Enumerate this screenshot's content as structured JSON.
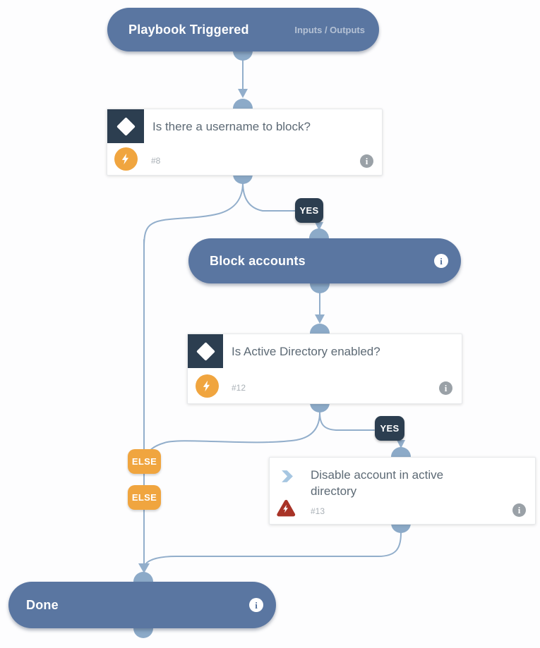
{
  "canvas": {
    "background": "#fdfdfe"
  },
  "palette": {
    "node_slate": "#5a76a1",
    "dark_navy": "#2c3e50",
    "accent_orange": "#f0a53f",
    "wire_blue": "#92aecb",
    "port_blue": "#8caac8",
    "error_red": "#a83327",
    "action_chevron_blue": "#a6c6e1",
    "card_title_gray": "#5d6a75"
  },
  "nodes": {
    "start": {
      "label": "Playbook Triggered",
      "link": "Inputs / Outputs"
    },
    "decision1": {
      "title": "Is there a username to block?",
      "id": "#8"
    },
    "block_accounts": {
      "label": "Block accounts"
    },
    "decision2": {
      "title": "Is Active Directory enabled?",
      "id": "#12"
    },
    "disable_account": {
      "title": "Disable account in active directory",
      "id": "#13"
    },
    "done": {
      "label": "Done"
    }
  },
  "badges": {
    "decision1_yes": "YES",
    "decision2_yes": "YES",
    "else_1": "ELSE",
    "else_2": "ELSE"
  },
  "icons": {
    "decision": "diamond-icon",
    "logic": "lightning-bolt-icon",
    "action": "chevron-right-icon",
    "action_error": "warning-bolt-triangle-icon",
    "info": "info-circle-icon"
  }
}
